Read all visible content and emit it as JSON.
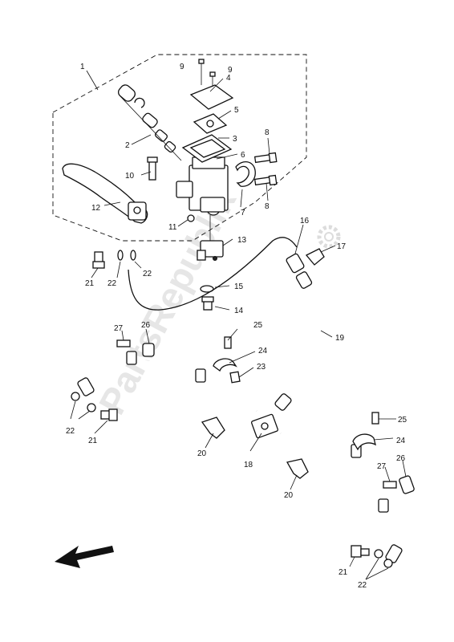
{
  "watermark": "PartsRepublik",
  "callouts": {
    "c1": "1",
    "c2": "2",
    "c3": "3",
    "c4": "4",
    "c5": "5",
    "c6": "6",
    "c7": "7",
    "c8a": "8",
    "c8b": "8",
    "c9a": "9",
    "c9b": "9",
    "c10": "10",
    "c11": "11",
    "c12": "12",
    "c13": "13",
    "c14": "14",
    "c15": "15",
    "c16": "16",
    "c17": "17",
    "c18": "18",
    "c19": "19",
    "c20a": "20",
    "c20b": "20",
    "c21a": "21",
    "c21b": "21",
    "c21c": "21",
    "c22a": "22",
    "c22b": "22",
    "c22c": "22",
    "c22d": "22",
    "c23": "23",
    "c24a": "24",
    "c24b": "24",
    "c25a": "25",
    "c25b": "25",
    "c26a": "26",
    "c26b": "26",
    "c27a": "27",
    "c27b": "27"
  }
}
